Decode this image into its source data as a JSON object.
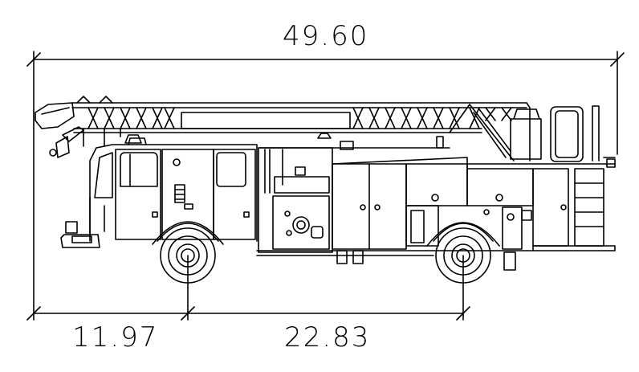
{
  "drawing": {
    "subject": "aerial-ladder-fire-truck-side-elevation",
    "line_color": "#000000",
    "background": "#ffffff"
  },
  "dimensions": {
    "overall_length": "49.60",
    "front_overhang": "11.97",
    "wheelbase": "22.83"
  }
}
